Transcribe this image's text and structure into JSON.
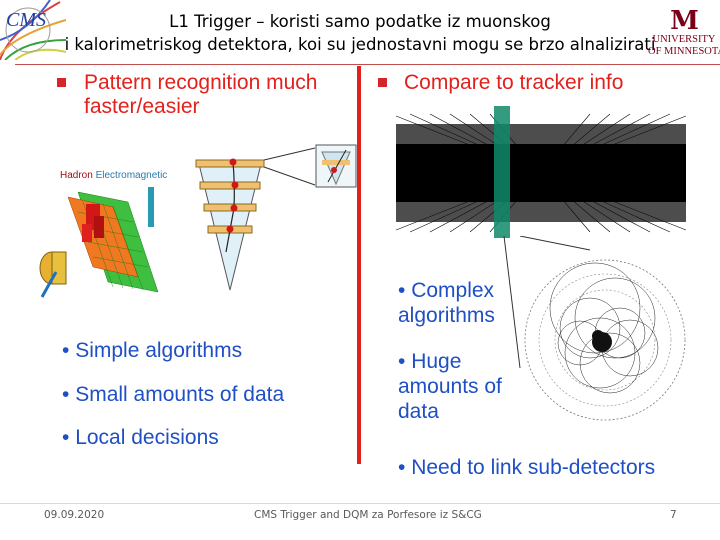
{
  "slide": {
    "title_line1": "L1 Trigger – koristi samo podatke iz muonskog",
    "title_line2": "i kalorimetriskog detektora, koi su jednostavni mogu se brzo alnalizirati",
    "logos": {
      "cms": "CMS",
      "umn_mark": "M",
      "umn_line1": "UNIVERSITY",
      "umn_line2": "OF MINNESOTA"
    },
    "left": {
      "heading_line1": "Pattern recognition much",
      "heading_line2": "faster/easier",
      "calo_label_hadron": "Hadron",
      "calo_label_em": "Electromagnetic",
      "bullets": [
        "Simple algorithms",
        "Small amounts of data",
        "Local decisions"
      ]
    },
    "right": {
      "heading": "Compare to tracker info",
      "bullet1_line1": "Complex",
      "bullet1_line2": "algorithms",
      "bullet2_line1": "Huge",
      "bullet2_line2": "amounts of",
      "bullet2_line3": "data",
      "bullet3": "Need to link sub-detectors"
    },
    "footer": {
      "date": "09.09.2020",
      "center": "CMS Trigger and DQM za Porfesore iz S&CG",
      "page": "7"
    },
    "colors": {
      "heading": "#e3211c",
      "bullets": "#1f4fc4",
      "divider": "#e3211c",
      "umn": "#7a0019"
    }
  }
}
